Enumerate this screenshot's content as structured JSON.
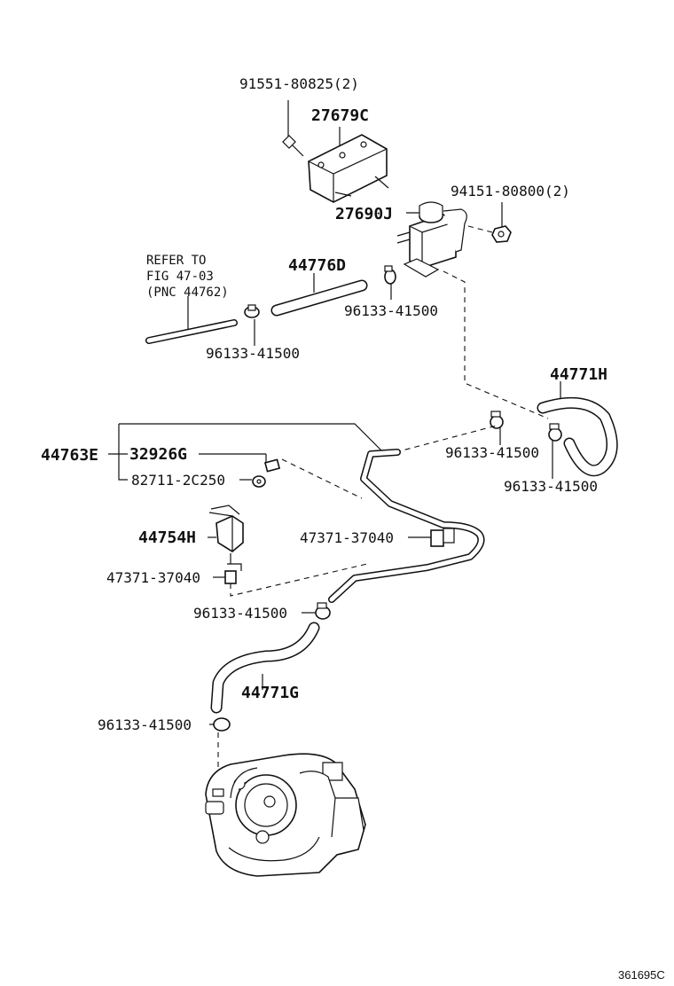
{
  "labels": {
    "bolt": "91551-80825(2)",
    "bracket": "27679C",
    "nut": "94151-80800(2)",
    "vsv": "27690J",
    "refer_line1": "REFER TO",
    "refer_line2": "FIG 47-03",
    "refer_line3": "(PNC 44762)",
    "hose_upper": "44776D",
    "clamp_a": "96133-41500",
    "clamp_b": "96133-41500",
    "hose_right": "44771H",
    "clamp_c": "96133-41500",
    "clamp_d": "96133-41500",
    "pipe_assy": "44763E",
    "pipe_plug": "32926G",
    "pipe_clip": "82711-2C250",
    "clamp_e": "47371-37040",
    "bracket_left": "44754H",
    "clamp_f": "47371-37040",
    "clamp_g": "96133-41500",
    "hose_lower": "44771G",
    "clamp_h": "96133-41500",
    "figure_id": "361695C"
  }
}
